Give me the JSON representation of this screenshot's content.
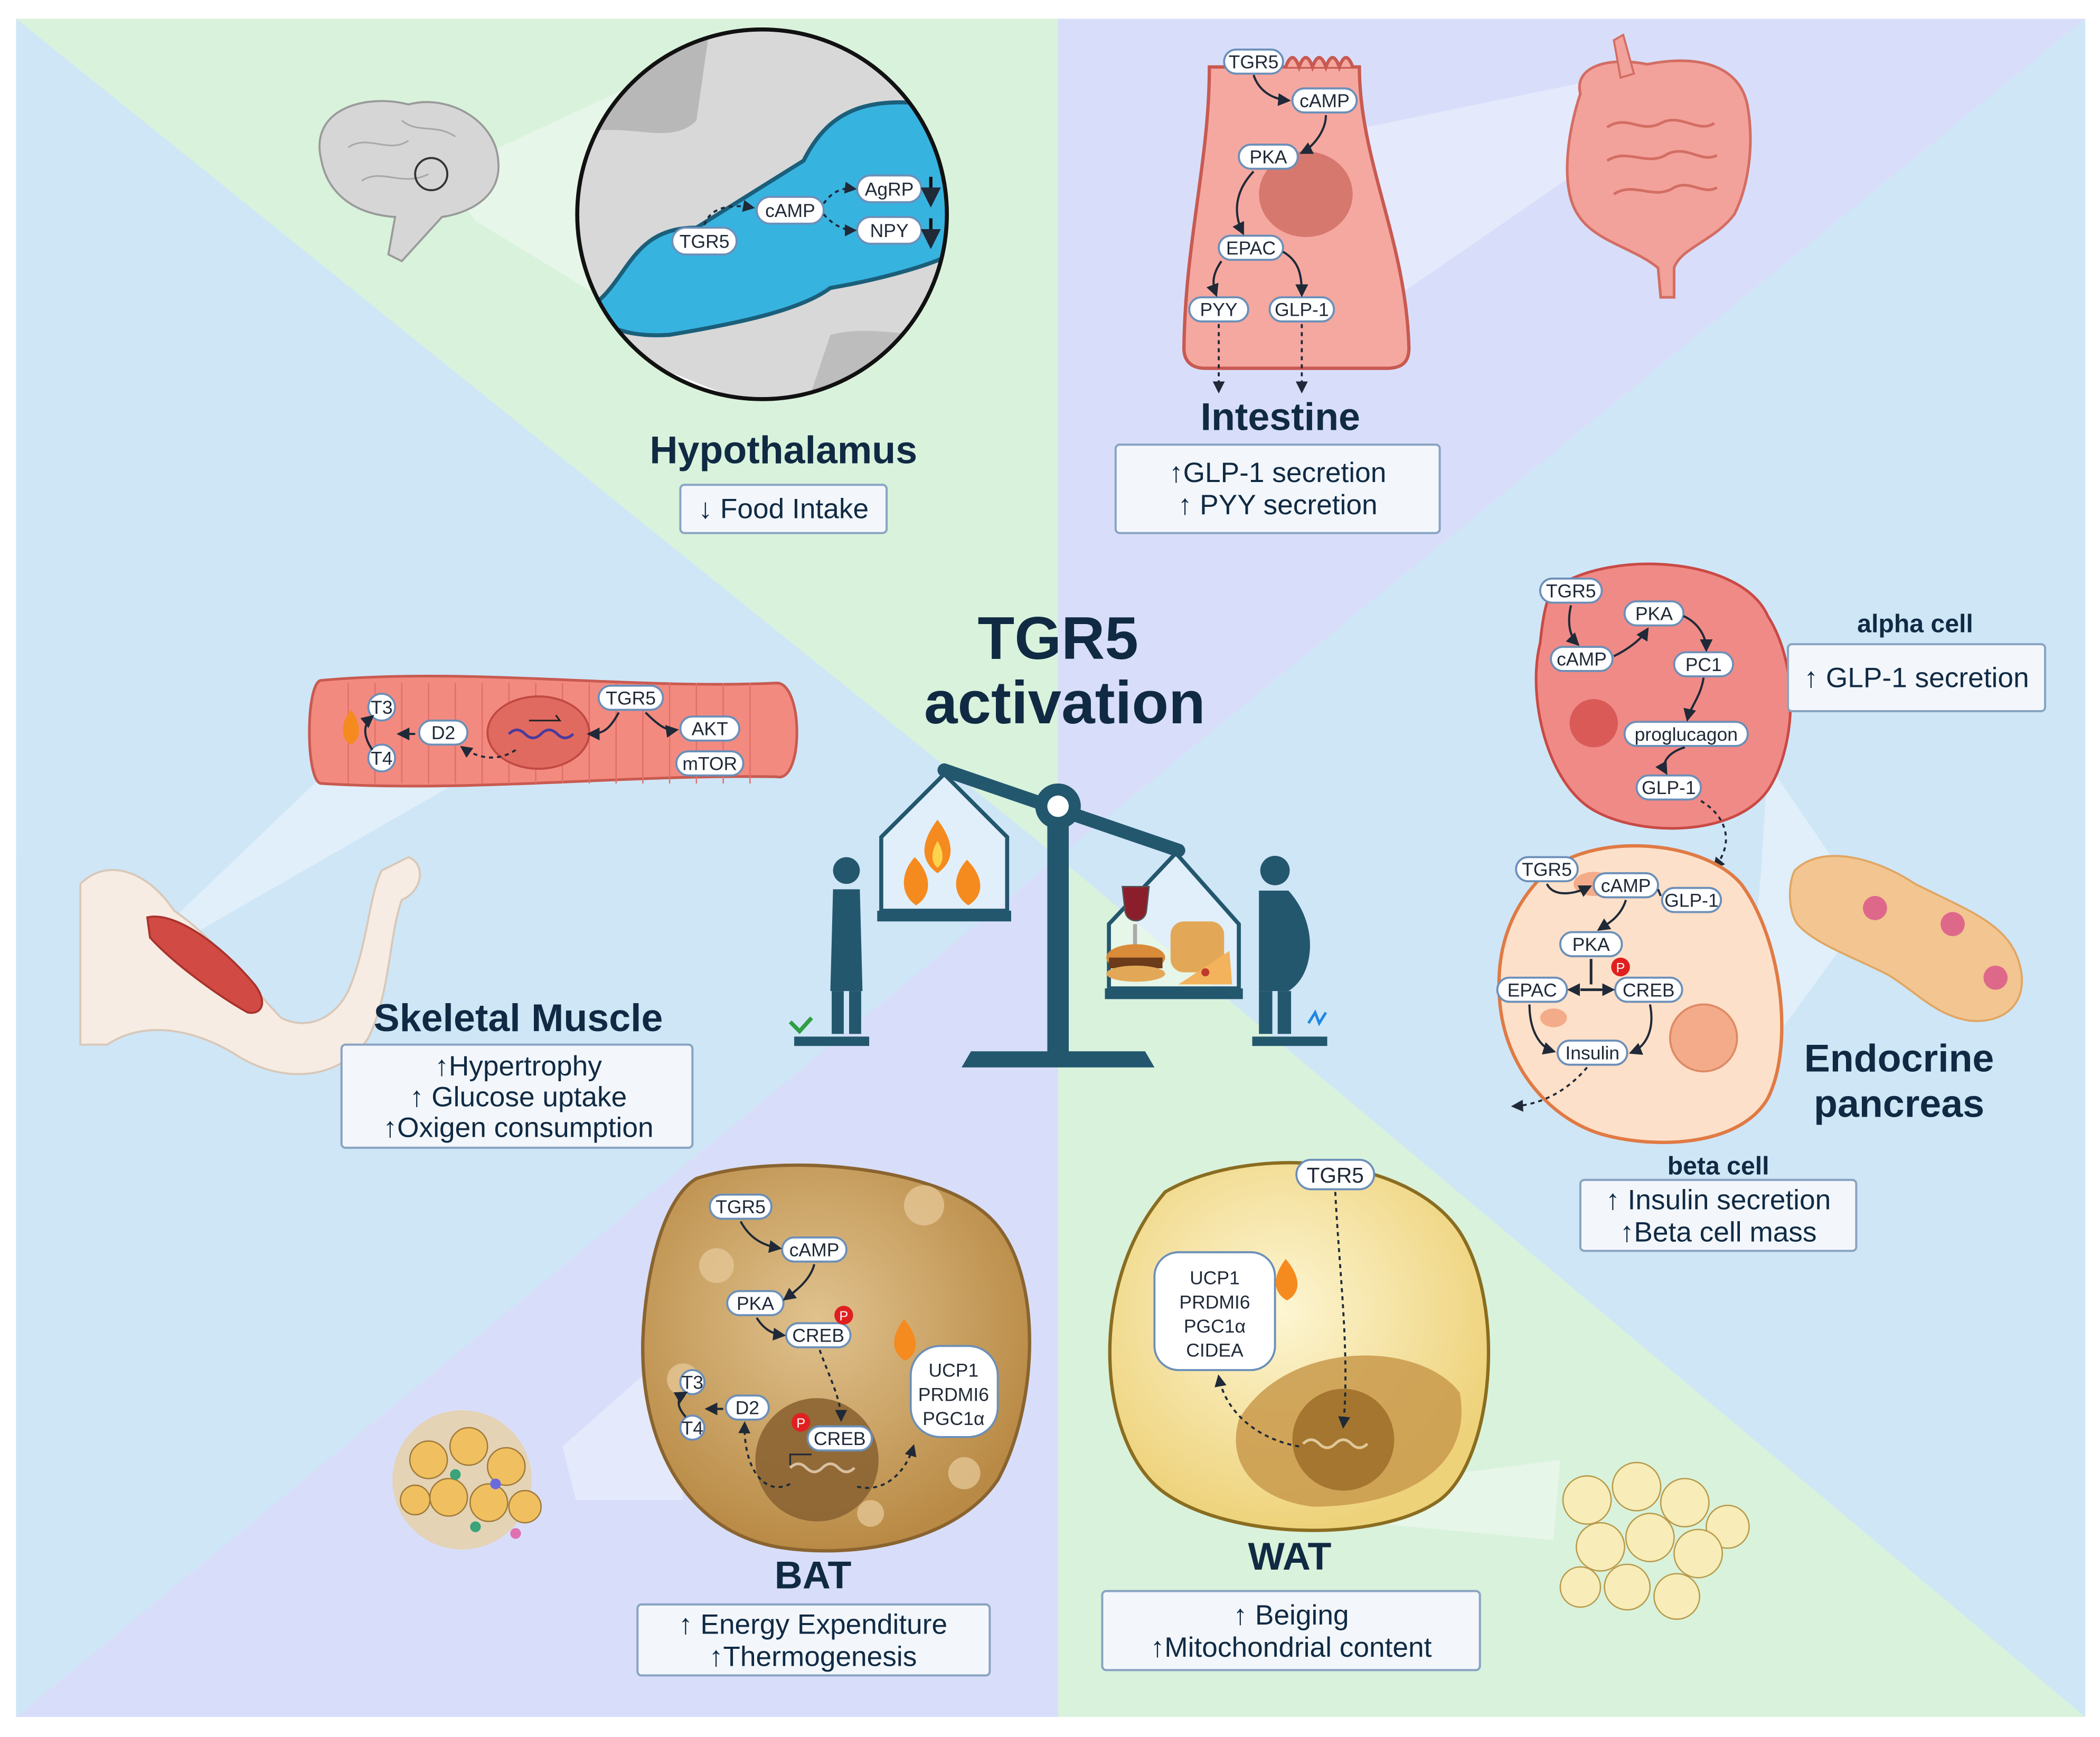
{
  "colors": {
    "bg_green": "#d9f2dc",
    "bg_blue": "#cfe6f7",
    "bg_lavender": "#d8defa",
    "navy": "#102a43",
    "balance": "#23576e",
    "flame": "#f58a1f",
    "cell_pink": "#f5a8a0",
    "bat_tan": "#c89b58",
    "wat_yellow": "#f6e7a4",
    "phospho": "#e02020"
  },
  "center": {
    "line1": "TGR5",
    "line2": "activation"
  },
  "hypothalamus": {
    "title": "Hypothalamus",
    "effects": [
      "↓ Food Intake"
    ],
    "nodes": {
      "tgr5": "TGR5",
      "camp": "cAMP",
      "agrp": "AgRP",
      "npy": "NPY"
    }
  },
  "intestine": {
    "title": "Intestine",
    "effects": [
      "↑GLP-1 secretion",
      "↑ PYY secretion"
    ],
    "nodes": {
      "tgr5": "TGR5",
      "camp": "cAMP",
      "pka": "PKA",
      "epac": "EPAC",
      "pyy": "PYY",
      "glp1": "GLP-1"
    }
  },
  "muscle": {
    "title": "Skeletal Muscle",
    "effects": [
      "↑Hypertrophy",
      "↑ Glucose uptake",
      "↑Oxigen consumption"
    ],
    "nodes": {
      "tgr5": "TGR5",
      "akt": "AKT",
      "mtor": "mTOR",
      "d2": "D2",
      "t3": "T3",
      "t4": "T4"
    }
  },
  "pancreas": {
    "title_line1": "Endocrine",
    "title_line2": "pancreas",
    "alpha": {
      "title": "alpha cell",
      "effects": [
        "↑ GLP-1 secretion"
      ],
      "nodes": {
        "tgr5": "TGR5",
        "camp": "cAMP",
        "pka": "PKA",
        "pc1": "PC1",
        "proglucagon": "proglucagon",
        "glp1": "GLP-1"
      }
    },
    "beta": {
      "title": "beta cell",
      "effects": [
        "↑ Insulin secretion",
        "↑Beta cell mass"
      ],
      "nodes": {
        "tgr5": "TGR5",
        "camp": "cAMP",
        "glp1": "GLP-1",
        "pka": "PKA",
        "epac": "EPAC",
        "creb": "CREB",
        "insulin": "Insulin",
        "p": "P"
      }
    }
  },
  "bat": {
    "title": "BAT",
    "effects": [
      "↑ Energy Expenditure",
      "↑Thermogenesis"
    ],
    "nodes": {
      "tgr5": "TGR5",
      "camp": "cAMP",
      "pka": "PKA",
      "creb": "CREB",
      "creb2": "CREB",
      "t3": "T3",
      "t4": "T4",
      "d2": "D2",
      "p": "P"
    },
    "genes": [
      "UCP1",
      "PRDMI6",
      "PGC1α"
    ]
  },
  "wat": {
    "title": "WAT",
    "effects": [
      "↑ Beiging",
      "↑Mitochondrial content"
    ],
    "nodes": {
      "tgr5": "TGR5"
    },
    "genes": [
      "UCP1",
      "PRDMI6",
      "PGC1α",
      "CIDEA"
    ]
  }
}
